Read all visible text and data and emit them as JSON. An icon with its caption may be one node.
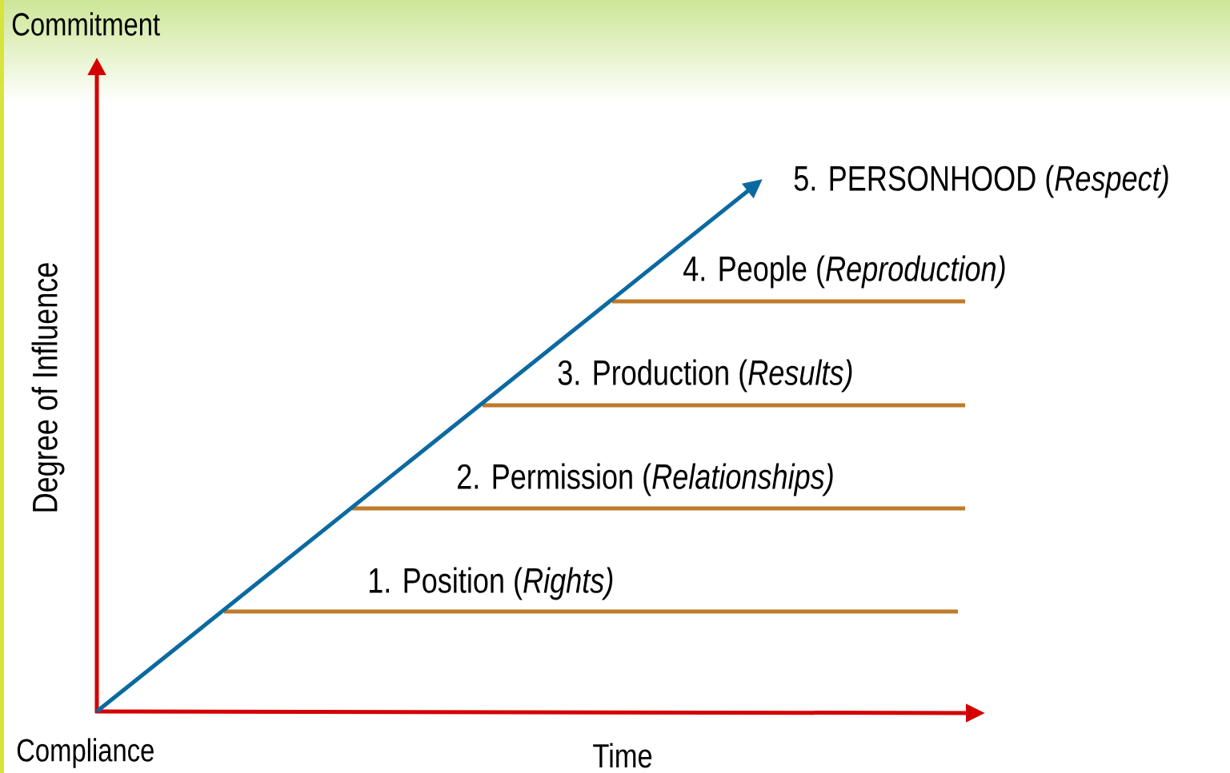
{
  "diagram": {
    "labels": [
      "Commitment",
      "Degree of Influence",
      "5. PERSONHOOD (*Respect)*",
      "4. People (*Reproduction)*",
      "3. Production (*Results)*",
      "2. Permission (*Relationships)*",
      "1. Position (*Rights)*",
      "Compliance",
      "Time"
    ]
  }
}
